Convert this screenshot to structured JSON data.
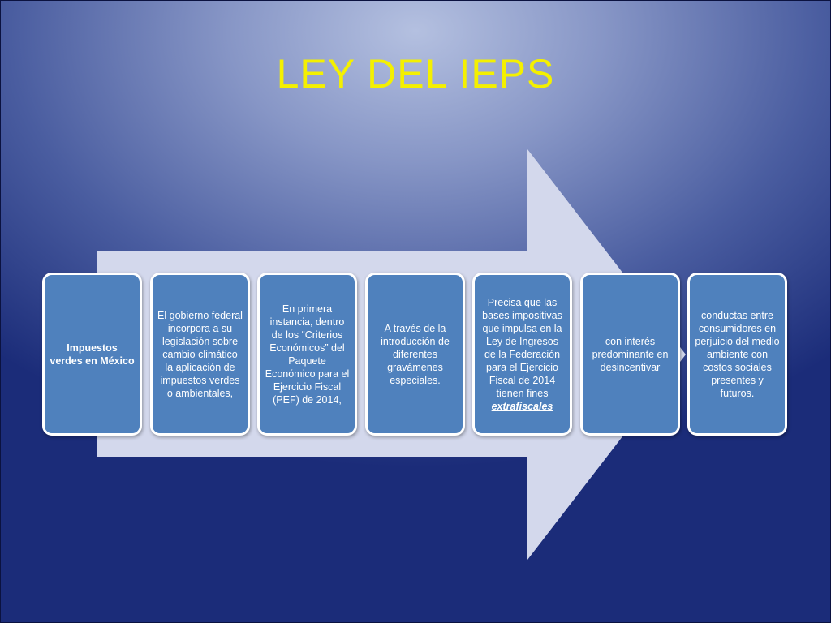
{
  "slide": {
    "title": "LEY DEL IEPS"
  },
  "diagram": {
    "arrow_color": "#d3d8ec",
    "box_color": "#4f81bd",
    "box_border_color": "#ffffff",
    "title_color": "#f4f000",
    "steps": [
      {
        "text": "Impuestos verdes en México"
      },
      {
        "text": "El gobierno federal incorpora a su legislación sobre cambio climático la aplicación de impuestos verdes o ambientales,"
      },
      {
        "text": "En primera instancia, dentro de los “Criterios Económicos” del Paquete Económico para el Ejercicio Fiscal (PEF) de 2014,"
      },
      {
        "text": "A través de la introducción de diferentes gravámenes especiales."
      },
      {
        "text": "Precisa que las bases impositivas que impulsa en la Ley de Ingresos de la Federación para el Ejercicio Fiscal de 2014 tienen fines",
        "emphasis": "extrafiscales"
      },
      {
        "text": "con interés predominante en desincentivar"
      },
      {
        "text": "conductas entre consumidores en perjuicio del medio ambiente con costos sociales presentes y futuros."
      }
    ]
  }
}
